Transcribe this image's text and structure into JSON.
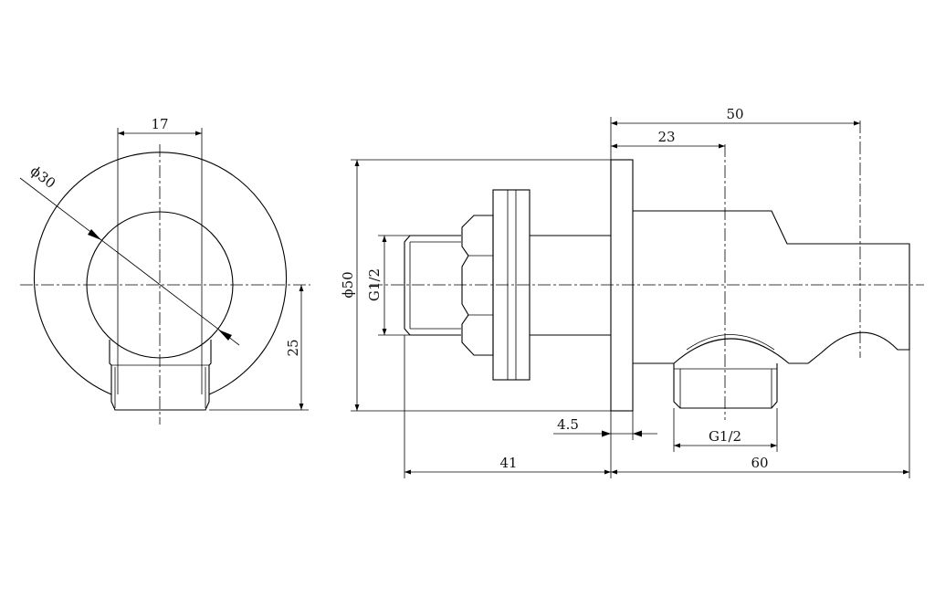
{
  "dimensions": {
    "left_width": "17",
    "left_diameter": "ϕ30",
    "left_height": "25",
    "body_diameter": "ϕ50",
    "inlet_thread": "G1/2",
    "overall_length": "50",
    "outlet_offset": "23",
    "flange_thickness": "4.5",
    "outlet_thread": "G1/2",
    "inlet_length": "41",
    "body_length": "60"
  }
}
